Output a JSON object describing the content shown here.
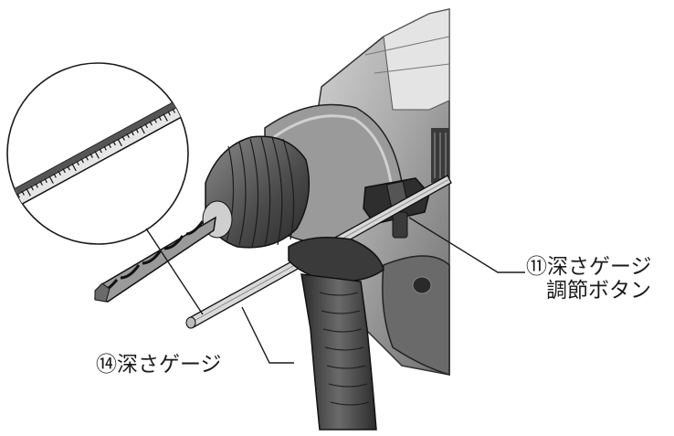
{
  "callouts": {
    "depth_gauge_button": {
      "number": "⑪",
      "line1": "深さゲージ",
      "line2": "調節ボタン"
    },
    "depth_gauge": {
      "number": "⑭",
      "text": "深さゲージ"
    }
  },
  "colors": {
    "tool_body_dark": "#3a3a3a",
    "tool_body_mid": "#7a7a7a",
    "tool_body_light": "#c9c9c9",
    "line": "#1a1a1a",
    "background": "#ffffff"
  }
}
